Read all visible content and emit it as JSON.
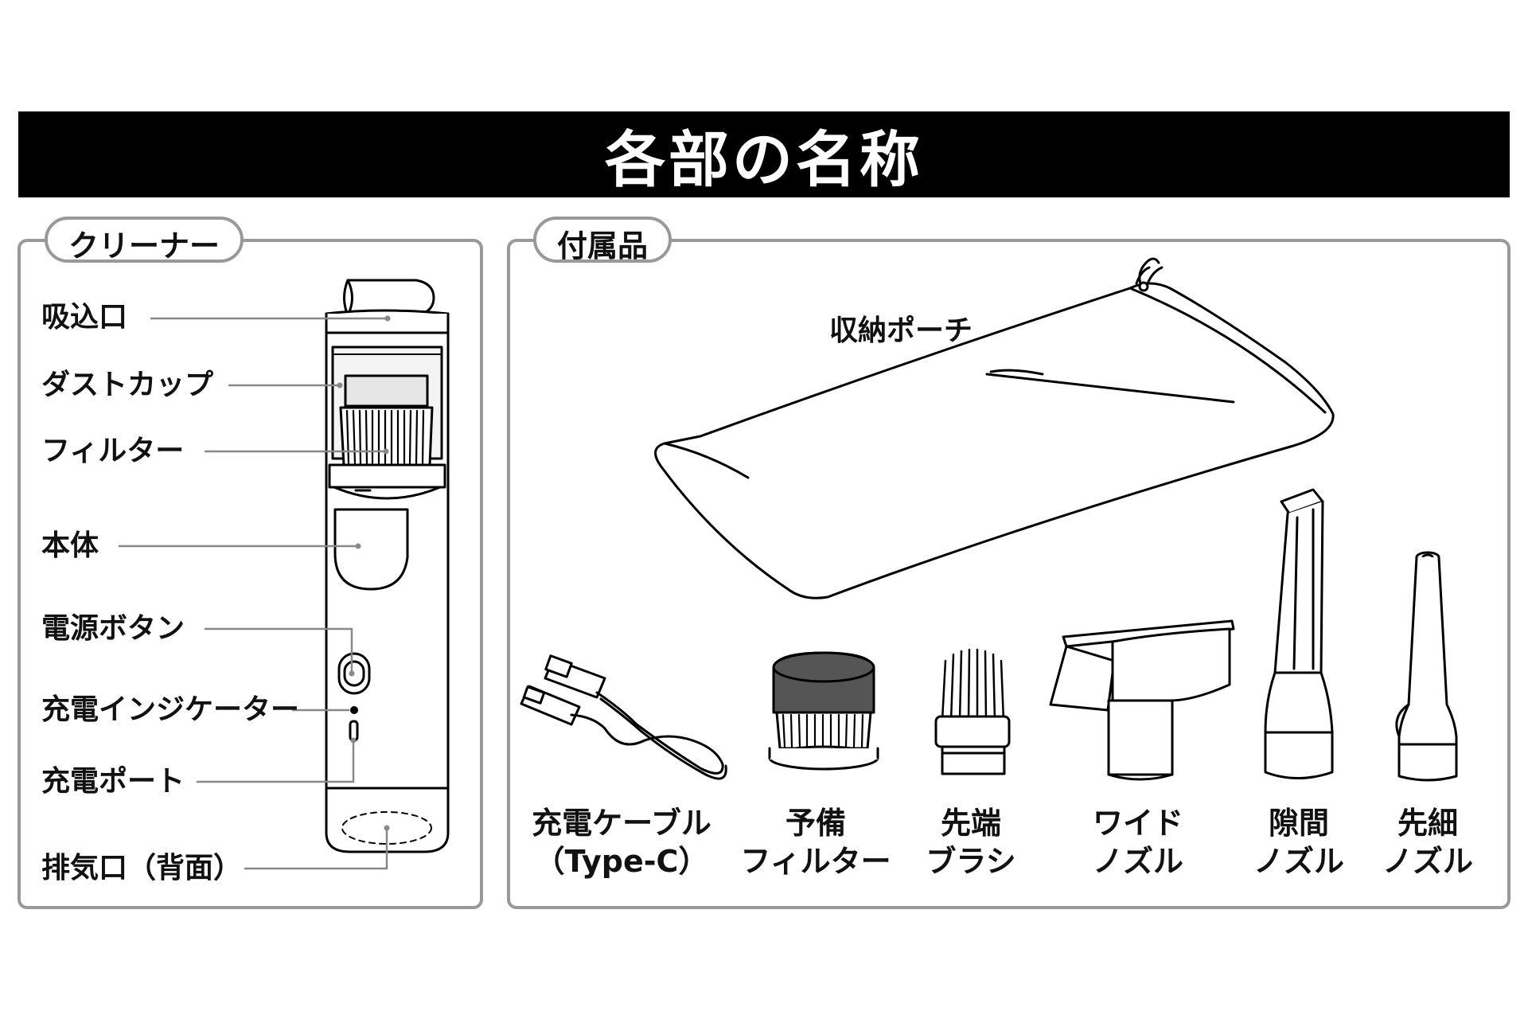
{
  "title": "各部の名称",
  "cleaner": {
    "heading": "クリーナー",
    "parts": {
      "intake": "吸込口",
      "dust_cup": "ダストカップ",
      "filter": "フィルター",
      "body": "本体",
      "power_button": "電源ボタン",
      "charge_indicator": "充電インジケーター",
      "charge_port": "充電ポート",
      "exhaust": "排気口（背面）"
    }
  },
  "accessories": {
    "heading": "付属品",
    "pouch": "収納ポーチ",
    "items": {
      "cable": {
        "line1": "充電ケーブル",
        "line2": "（Type-C）"
      },
      "spare_filter": {
        "line1": "予備",
        "line2": "フィルター"
      },
      "brush": {
        "line1": "先端",
        "line2": "ブラシ"
      },
      "wide_nozzle": {
        "line1": "ワイド",
        "line2": "ノズル"
      },
      "crevice_nozzle": {
        "line1": "隙間",
        "line2": "ノズル"
      },
      "fine_nozzle": {
        "line1": "先細",
        "line2": "ノズル"
      }
    }
  }
}
